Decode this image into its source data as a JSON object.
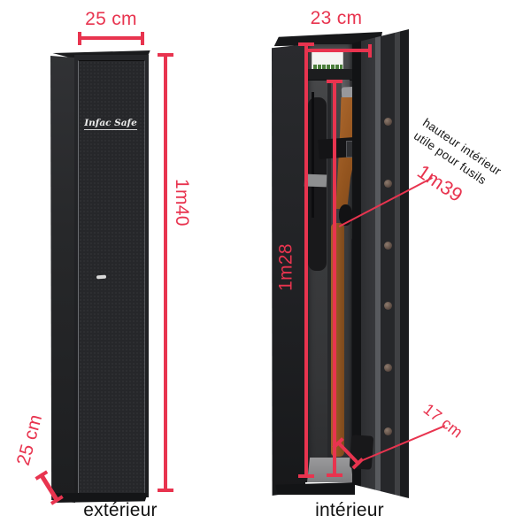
{
  "colors": {
    "accent_red": "#e8344f",
    "safe_black": "#202124",
    "wood_brown": "#a3622c"
  },
  "exterior": {
    "caption": "extérieur",
    "brand": "Infac Safe",
    "width_label": "25 cm",
    "height_label": "1m40",
    "depth_label": "25 cm"
  },
  "interior": {
    "caption": "intérieur",
    "width_label": "23 cm",
    "inner_height_label": "1m28",
    "useful_height_label": "1m39",
    "note_line1": "hauteur intérieur",
    "note_line2": "utile pour fusils",
    "depth_label": "17 cm"
  }
}
